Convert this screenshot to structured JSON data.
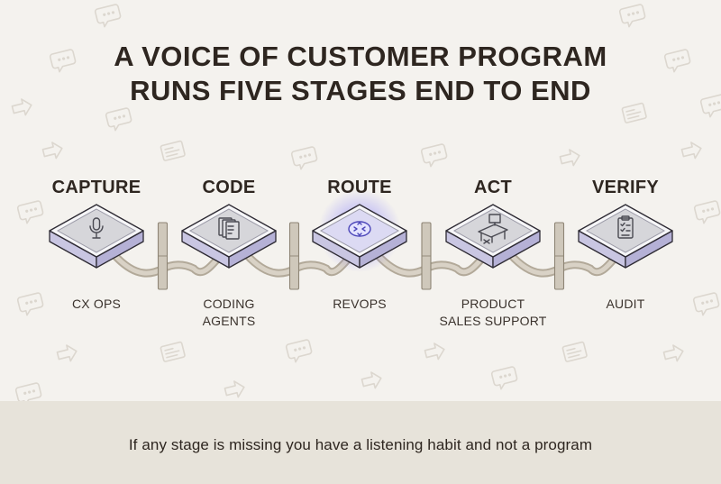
{
  "title": {
    "line1": "A VOICE OF CUSTOMER PROGRAM",
    "line2": "RUNS FIVE STAGES END TO END"
  },
  "stages": [
    {
      "name": "CAPTURE",
      "owner": [
        "CX OPS"
      ],
      "icon": "microphone-icon",
      "highlighted": false
    },
    {
      "name": "CODE",
      "owner": [
        "CODING",
        "AGENTS"
      ],
      "icon": "documents-icon",
      "highlighted": false
    },
    {
      "name": "ROUTE",
      "owner": [
        "REVOPS"
      ],
      "icon": "router-icon",
      "highlighted": true
    },
    {
      "name": "ACT",
      "owner": [
        "PRODUCT",
        "SALES SUPPORT"
      ],
      "icon": "workstation-icon",
      "highlighted": false
    },
    {
      "name": "VERIFY",
      "owner": [
        "AUDIT"
      ],
      "icon": "clipboard-checklist-icon",
      "highlighted": false
    }
  ],
  "footer": {
    "text": "If any stage is missing you have a listening habit and not a program"
  },
  "colors": {
    "background": "#f4f2ee",
    "footer_band": "#e7e3da",
    "text": "#2e2620",
    "tile_side": "#c7c3de",
    "tile_face": "#d7d7da",
    "highlight_glow": "#6f66ff",
    "connector": "#c4bcb0"
  }
}
